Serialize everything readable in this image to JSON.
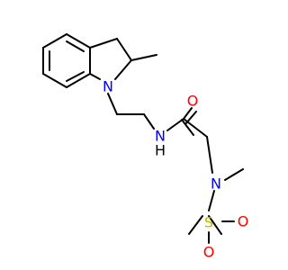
{
  "colors": {
    "carbon": "#000000",
    "nitrogen": "#0000ff",
    "oxygen": "#ff0000",
    "sulfur": "#b8b800",
    "hydrogen": "#000000"
  },
  "atoms": {
    "indoline_n": "N",
    "amide_nh": "N",
    "amide_nh_h": "H",
    "amide_o": "O",
    "sulfonamide_n": "N",
    "sulfonyl_s": "S",
    "sulfonyl_o1": "O",
    "sulfonyl_o2": "O"
  }
}
